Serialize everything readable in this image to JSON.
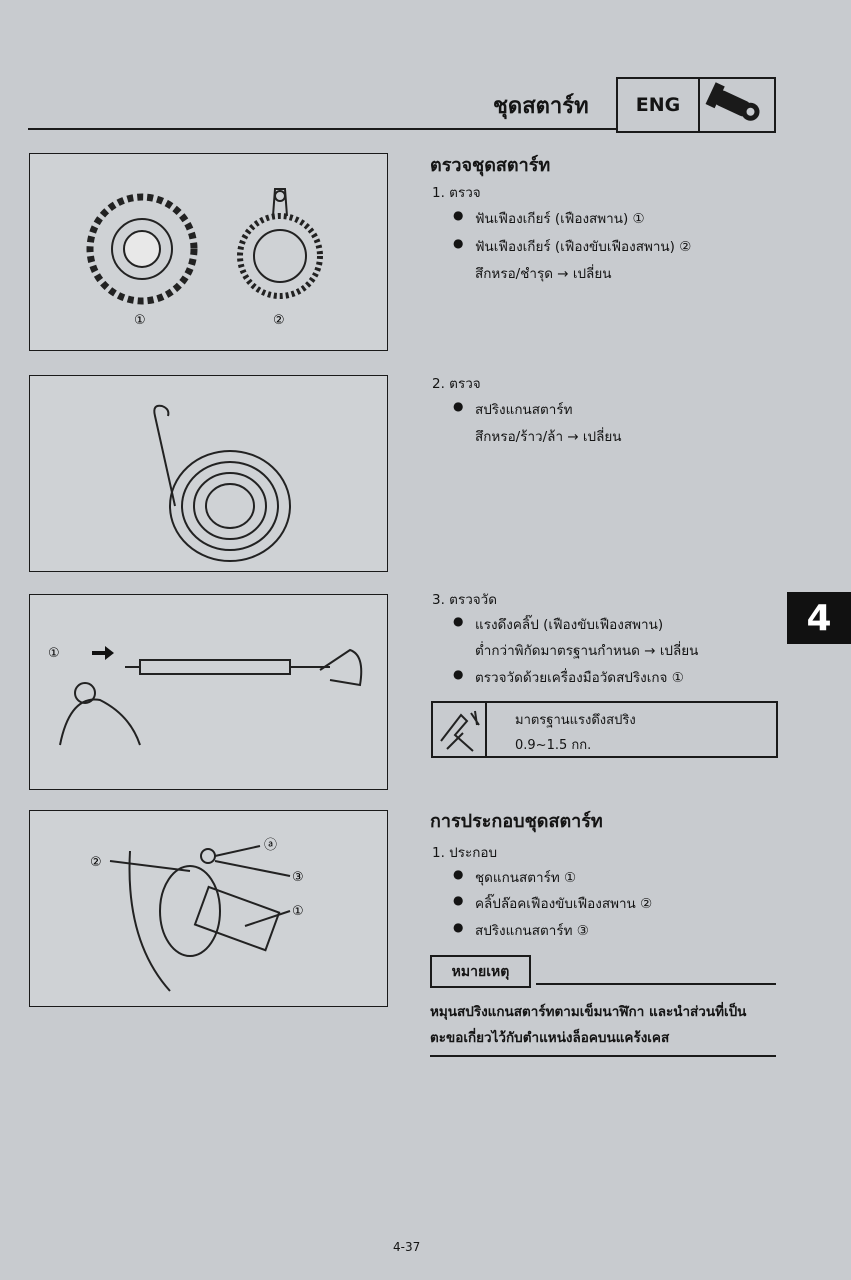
{
  "header": {
    "title": "ชุดสตาร์ท",
    "section_badge": "ENG"
  },
  "tab_number": "4",
  "figures": {
    "fig1": {
      "callouts": [
        "①",
        "②"
      ]
    },
    "fig3": {
      "callouts": [
        "①"
      ]
    },
    "fig4": {
      "callouts": [
        "②",
        "ⓐ",
        "③",
        "①"
      ]
    }
  },
  "inspect": {
    "heading": "ตรวจชุดสตาร์ท",
    "step1": {
      "label": "1.  ตรวจ",
      "bullets": [
        "ฟันเฟืองเกียร์ (เฟืองสพาน) ①",
        "ฟันเฟืองเกียร์ (เฟืองขับเฟืองสพาน) ②"
      ],
      "note": "สึกหรอ/ชำรุด  → เปลี่ยน"
    },
    "step2": {
      "label": "2.  ตรวจ",
      "bullets": [
        "สปริงแกนสตาร์ท"
      ],
      "note": "สึกหรอ/ร้าว/ล้า → เปลี่ยน"
    },
    "step3": {
      "label": "3.  ตรวจวัด",
      "bullets": [
        "แรงดึงคลิ๊ป (เฟืองขับเฟืองสพาน)",
        "ตรวจวัดด้วยเครื่องมือวัดสปริงเกจ ①"
      ],
      "note": "ต่ำกว่าพิกัดมาตรฐานกำหนด → เปลี่ยน"
    },
    "spec": {
      "label": "มาตรฐานแรงดึงสปริง",
      "value": "0.9~1.5 กก."
    }
  },
  "assembly": {
    "heading": "การประกอบชุดสตาร์ท",
    "step1": {
      "label": "1.  ประกอบ",
      "bullets": [
        "ชุดแกนสตาร์ท ①",
        "คลิ๊ปล๊อคเฟืองขับเฟืองสพาน ②",
        "สปริงแกนสตาร์ท ③"
      ]
    },
    "note_label": "หมายเหตุ",
    "note_lines": [
      "หมุนสปริงแกนสตาร์ทตามเข็มนาฬิกา  และนำส่วนที่เป็น",
      "ตะขอเกี่ยวไว้กับตำแหน่งล็อคบนแคร้งเคส"
    ]
  },
  "page_number": "4-37"
}
